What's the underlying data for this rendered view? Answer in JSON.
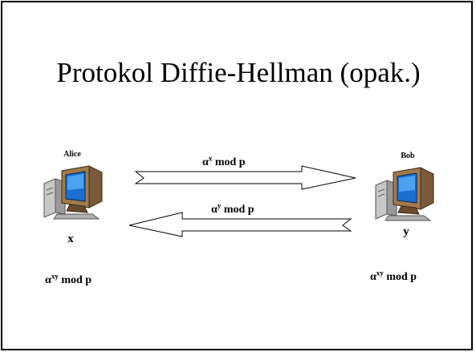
{
  "slide": {
    "title": "Protokol Diffie-Hellman (opak.)"
  },
  "alice": {
    "name": "Alice",
    "secret": "x",
    "key_base": "α",
    "key_exp": "xy",
    "key_tail": " mod p"
  },
  "bob": {
    "name": "Bob",
    "secret": "y",
    "key_base": "α",
    "key_exp": "xy",
    "key_tail": " mod p"
  },
  "messages": [
    {
      "base": "α",
      "exp": "x",
      "tail": " mod p",
      "direction": "alice-to-bob"
    },
    {
      "base": "α",
      "exp": "y",
      "tail": " mod p",
      "direction": "bob-to-alice"
    }
  ],
  "icons": [
    "alice-computer-icon",
    "bob-computer-icon",
    "arrow-right-icon",
    "arrow-left-icon"
  ]
}
